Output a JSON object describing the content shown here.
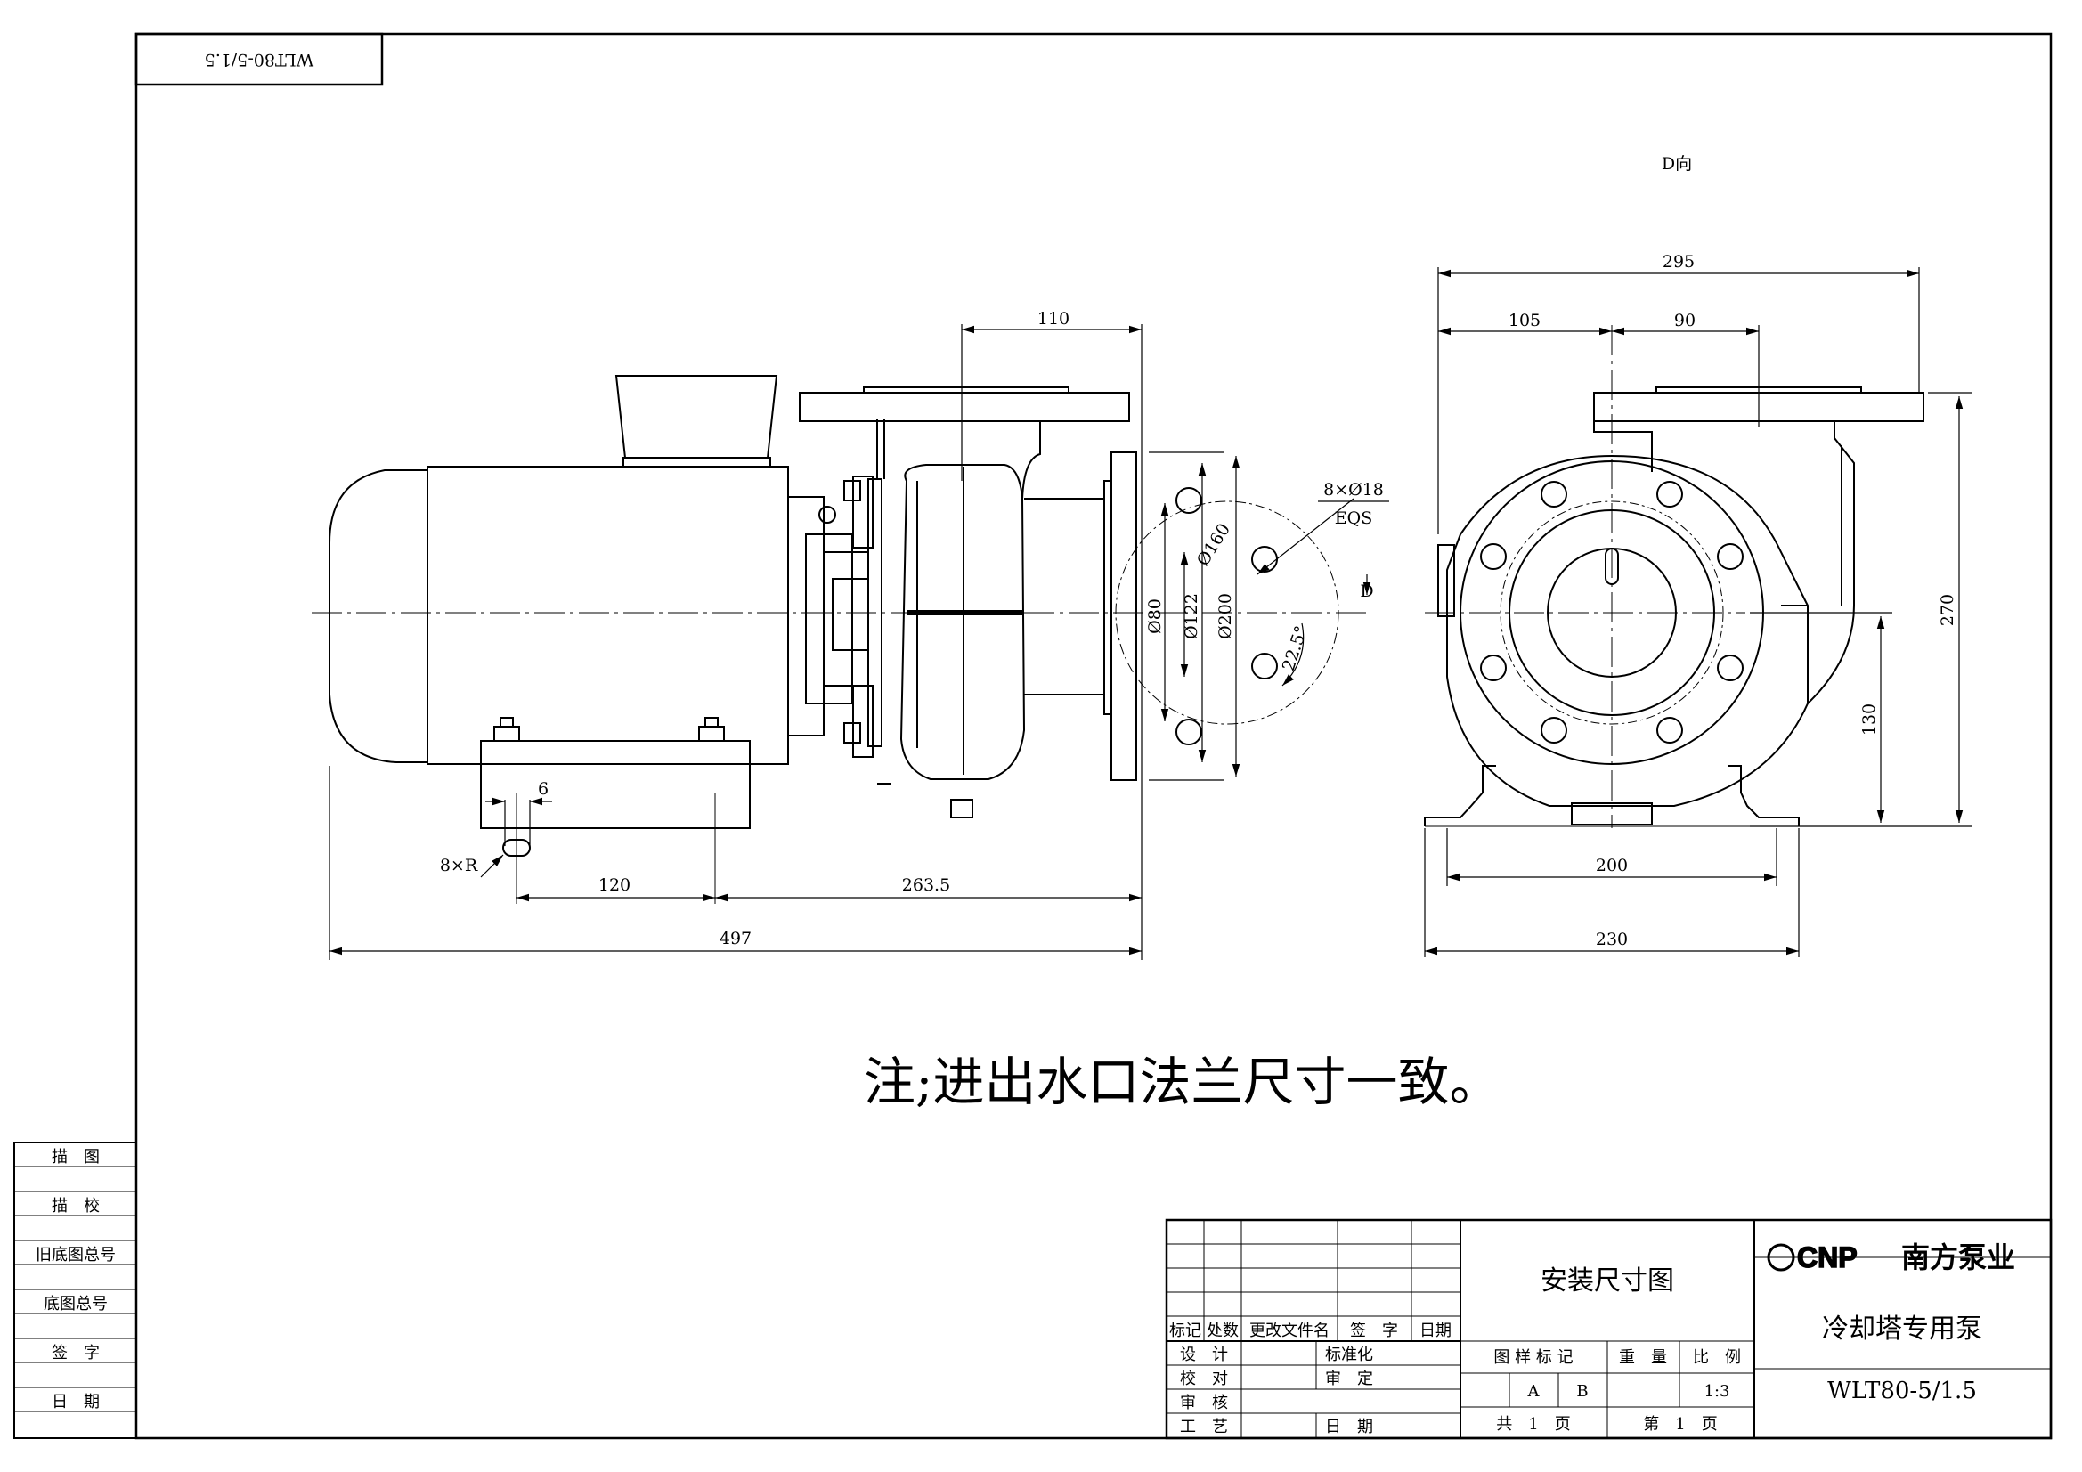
{
  "drawing_no_rotated": "WLT80-5/1.5",
  "view_label": "D向",
  "note": "注;进出水口法兰尺寸一致。",
  "dimensions": {
    "flange_offset": "110",
    "bolt_spec_line1": "8×Ø18",
    "bolt_spec_line2": "EQS",
    "view_arrow_label": "D",
    "d160": "Ø160",
    "d80": "Ø80",
    "d122": "Ø122",
    "d200": "Ø200",
    "angle": "22.5°",
    "slot_width": "6",
    "slot_spec": "8×R",
    "base_120": "120",
    "base_263": "263.5",
    "overall_497": "497",
    "front_295": "295",
    "front_105": "105",
    "front_90": "90",
    "height_270": "270",
    "height_130": "130",
    "front_200": "200",
    "front_230": "230"
  },
  "side_records": [
    "描　图",
    "描　校",
    "旧底图总号",
    "底图总号",
    "签　字",
    "日　期"
  ],
  "title_block": {
    "revision_headers": [
      "标记",
      "处数",
      "更改文件名",
      "签　字",
      "日期"
    ],
    "roles_left": [
      "设　计",
      "校　对",
      "审　核",
      "工　艺"
    ],
    "roles_right": [
      "标准化",
      "审　定",
      "",
      "日　期"
    ],
    "drawing_title": "安装尺寸图",
    "company_logo": "CNP",
    "company_name": "南方泵业",
    "product_name": "冷却塔专用泵",
    "model": "WLT80-5/1.5",
    "labels": {
      "stage": "图 样 标 记",
      "weight": "重　量",
      "scale": "比　例"
    },
    "stage_a": "A",
    "stage_b": "B",
    "scale_value": "1:3",
    "total_sheets": "共　1　页",
    "sheet_no": "第　1　页"
  }
}
